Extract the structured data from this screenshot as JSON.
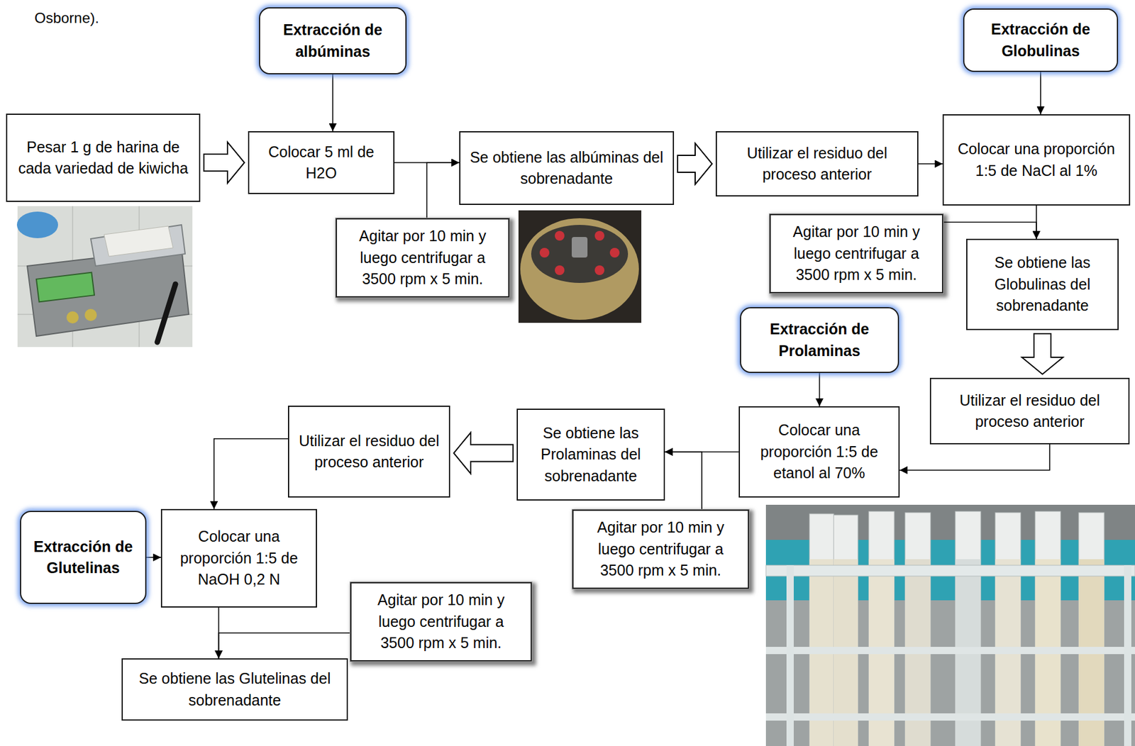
{
  "diagram": {
    "nodes": [
      {
        "text": [
          "Extracción de albúminas"
        ]
      },
      {
        "text": [
          "Extracción de Globulinas"
        ]
      },
      {
        "text": [
          "Pesar 1 g de harina de cada variedad de kiwicha"
        ]
      },
      {
        "text": [
          "Colocar 5 ml de H2O"
        ]
      },
      {
        "text": [
          "Se obtiene las albúminas del sobrenadante"
        ]
      },
      {
        "text": [
          "Utilizar el residuo del proceso anterior"
        ]
      },
      {
        "text": [
          "Colocar una proporción 1:5 de NaCl al 1%"
        ]
      },
      {
        "text": [
          "Agitar por 10 min y luego centrifugar a 3500 rpm x 5 min."
        ]
      },
      {
        "text": [
          "Agitar por 10 min y luego centrifugar a 3500 rpm x 5 min."
        ]
      },
      {
        "text": [
          "Se obtiene las Globulinas del sobrenadante"
        ]
      },
      {
        "text": [
          "Extracción de Prolaminas"
        ]
      },
      {
        "text": [
          "Utilizar el residuo del proceso anterior"
        ]
      },
      {
        "text": [
          "Utilizar el residuo del proceso anterior"
        ]
      },
      {
        "text": [
          "Se obtiene las Prolaminas del sobrenadante"
        ]
      },
      {
        "text": [
          "Colocar una proporción 1:5 de etanol al 70%"
        ]
      },
      {
        "text": [
          "Extracción de Glutelinas"
        ]
      },
      {
        "text": [
          "Colocar una proporción 1:5 de NaOH 0,2 N"
        ]
      },
      {
        "text": [
          "Agitar por 10 min y luego centrifugar a 3500 rpm x 5 min."
        ]
      },
      {
        "text": [
          "Agitar por 10 min y luego centrifugar a 3500 rpm x 5 min."
        ]
      },
      {
        "text": [
          "Se obtiene las Glutelinas del sobrenadante"
        ]
      }
    ],
    "edges": [
      {
        "from": 0,
        "to": 3,
        "arrow": "to"
      },
      {
        "from": 2,
        "to": 3,
        "arrow": "to"
      },
      {
        "from": 3,
        "to": 4,
        "arrow": "to"
      },
      {
        "from": 7,
        "to": 4,
        "arrow": "to"
      },
      {
        "from": 4,
        "to": 5,
        "arrow": "to"
      },
      {
        "from": 5,
        "to": 6,
        "arrow": "to"
      },
      {
        "from": 1,
        "to": 6,
        "arrow": "to"
      },
      {
        "from": 6,
        "to": 9,
        "arrow": "to"
      },
      {
        "from": 8,
        "to": 9,
        "arrow": "to"
      },
      {
        "from": 9,
        "to": 11,
        "arrow": "to"
      },
      {
        "from": 11,
        "to": 14,
        "arrow": "to"
      },
      {
        "from": 10,
        "to": 14,
        "arrow": "to"
      },
      {
        "from": 14,
        "to": 13,
        "arrow": "to"
      },
      {
        "from": 17,
        "to": 13,
        "arrow": "to"
      },
      {
        "from": 13,
        "to": 12,
        "arrow": "to"
      },
      {
        "from": 12,
        "to": 16,
        "arrow": "to"
      },
      {
        "from": 15,
        "to": 16,
        "arrow": "to"
      },
      {
        "from": 16,
        "to": 19,
        "arrow": "to"
      },
      {
        "from": 18,
        "to": 19,
        "arrow": "to"
      }
    ],
    "labels": [
      "Osborne)."
    ]
  }
}
